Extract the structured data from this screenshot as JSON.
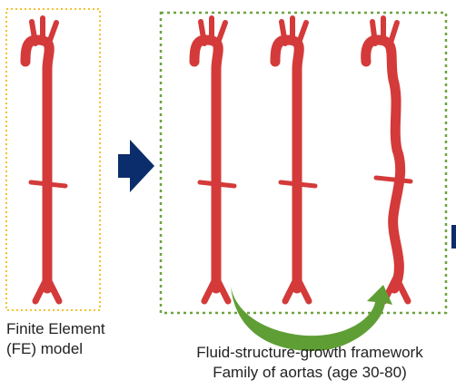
{
  "captions": {
    "fe_model": [
      "Finite Element",
      "(FE) model"
    ],
    "framework": [
      "Fluid-structure-growth framework",
      "Family of aortas (age 30-80)"
    ]
  },
  "colors": {
    "aorta": "#d43a3a",
    "left_box_border": "#f2c22e",
    "right_box_border": "#6aa43f",
    "flow_arrow": "#0c2d6b",
    "curved_arrow": "#5f9e35",
    "text": "#222222"
  },
  "icons": [
    "right-arrow-icon",
    "curved-arrow-icon"
  ]
}
